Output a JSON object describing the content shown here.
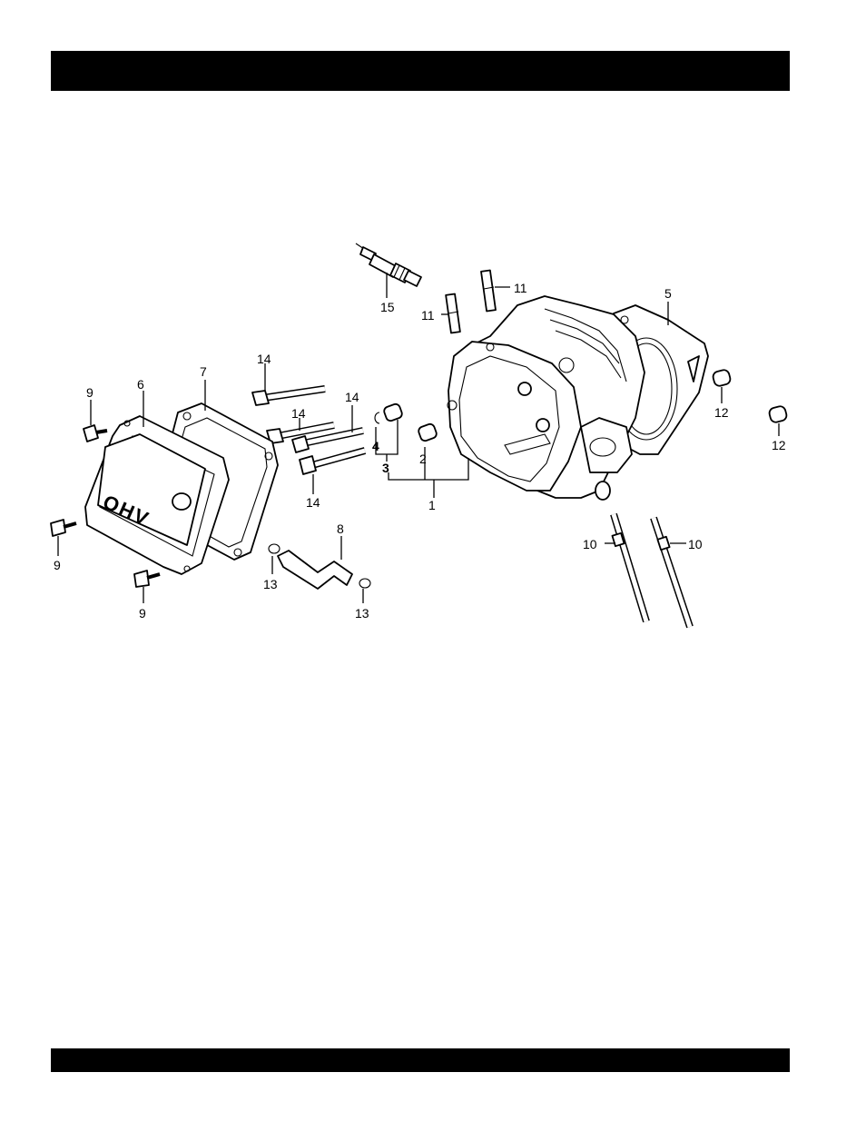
{
  "header_bar": "",
  "footer_bar": "",
  "callouts": {
    "c1": "1",
    "c2": "2",
    "c3": "3",
    "c4": "4",
    "c5": "5",
    "c6": "6",
    "c7": "7",
    "c8": "8",
    "c9a": "9",
    "c9b": "9",
    "c9c": "9",
    "c10a": "10",
    "c10b": "10",
    "c11a": "11",
    "c11b": "11",
    "c12a": "12",
    "c12b": "12",
    "c13a": "13",
    "c13b": "13",
    "c14a": "14",
    "c14b": "14",
    "c14c": "14",
    "c14d": "14",
    "c15": "15"
  },
  "cover_lettering": "OHV"
}
